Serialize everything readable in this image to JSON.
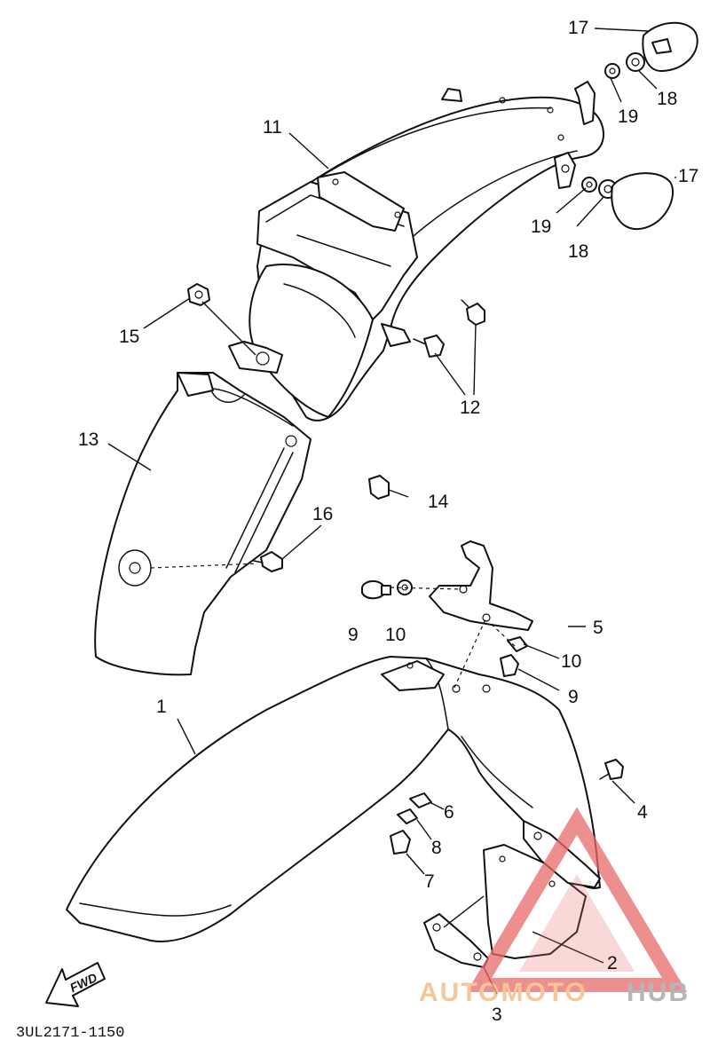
{
  "diagram_code": "3UL2171-1150",
  "fwd_label": "FWD",
  "watermark": {
    "text_a": "AUTOMOTO",
    "text_b": "HUB",
    "triangle_color": "#e86a6a",
    "accent_color": "#f3b37a",
    "gray_color": "#9aa0a6"
  },
  "callouts": {
    "c1": "1",
    "c2": "2",
    "c3": "3",
    "c4": "4",
    "c5": "5",
    "c6": "6",
    "c7": "7",
    "c8": "8",
    "c9a": "9",
    "c9b": "9",
    "c10a": "10",
    "c10b": "10",
    "c11": "11",
    "c12": "12",
    "c13": "13",
    "c14": "14",
    "c15": "15",
    "c16": "16",
    "c17a": "17",
    "c17b": "17",
    "c18a": "18",
    "c18b": "18",
    "c19a": "19",
    "c19b": "19"
  }
}
